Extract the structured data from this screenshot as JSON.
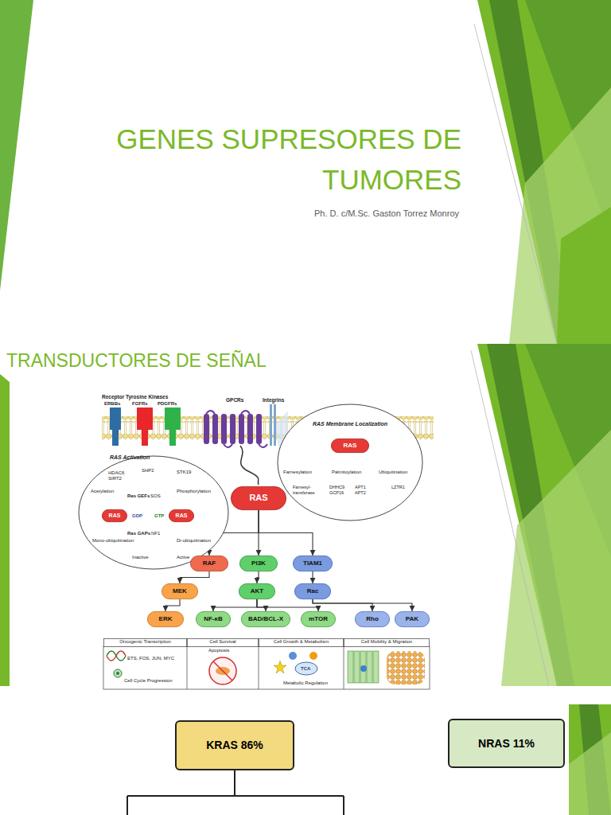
{
  "diagram": {
    "title": "GENES SUPRESORES DE TUMORES",
    "nodes": [
      {
        "text": [
          "RAS Membrane Localization"
        ]
      },
      {
        "text": [
          "RAS"
        ],
        "in": 0
      },
      {
        "text": [
          "RAS Activation"
        ]
      },
      {
        "text": [
          "RAS"
        ],
        "in": 2
      },
      {
        "text": [
          "RAS"
        ],
        "in": 2
      },
      {
        "text": [
          "RAS"
        ]
      },
      {
        "text": [
          "RAF"
        ]
      },
      {
        "text": [
          "PI3K"
        ]
      },
      {
        "text": [
          "TIAM1"
        ]
      },
      {
        "text": [
          "MEK"
        ]
      },
      {
        "text": [
          "AKT"
        ]
      },
      {
        "text": [
          "Rac"
        ]
      },
      {
        "text": [
          "ERK"
        ]
      },
      {
        "text": [
          "NF-κB"
        ]
      },
      {
        "text": [
          "BAD/BCL-X"
        ]
      },
      {
        "text": [
          "mTOR"
        ]
      },
      {
        "text": [
          "Rho"
        ]
      },
      {
        "text": [
          "PAK"
        ]
      },
      {
        "text": [
          "Oncogenic Transcription"
        ]
      },
      {
        "text": [
          "Cell Survival"
        ]
      },
      {
        "text": [
          "Cell Growth & Metabolism"
        ]
      },
      {
        "text": [
          "Cell Mobility & Migration"
        ]
      },
      {
        "text": [
          "KRAS 86%"
        ]
      },
      {
        "text": [
          "NRAS 11%"
        ]
      }
    ],
    "edges": [
      {
        "from": 5,
        "to": 6,
        "arrow": "to"
      },
      {
        "from": 5,
        "to": 7,
        "arrow": "to"
      },
      {
        "from": 5,
        "to": 8,
        "arrow": "to"
      },
      {
        "from": 6,
        "to": 9,
        "arrow": "to"
      },
      {
        "from": 7,
        "to": 10,
        "arrow": "to"
      },
      {
        "from": 8,
        "to": 11,
        "arrow": "to"
      },
      {
        "from": 9,
        "to": 12,
        "arrow": "to"
      },
      {
        "from": 10,
        "to": 13,
        "arrow": "to"
      },
      {
        "from": 10,
        "to": 14,
        "arrow": "to"
      },
      {
        "from": 10,
        "to": 15,
        "arrow": "to"
      },
      {
        "from": 11,
        "to": 16,
        "arrow": "to"
      },
      {
        "from": 11,
        "to": 17,
        "arrow": "to"
      },
      {
        "from": 3,
        "to": 4,
        "arrow": "to"
      },
      {
        "from": 4,
        "to": 3,
        "arrow": "to"
      }
    ],
    "labels": [
      "Ph. D. c/M.Sc. Gaston Torrez Monroy",
      "TRANSDUCTORES DE SEÑAL",
      "Receptor Tyrosine Kinases",
      "ERBBs",
      "FGFRs",
      "PDGFRs",
      "GPCRs",
      "Integrins",
      "Farnesylation",
      "Palmitoylation",
      "Ubiquitination",
      "Farnesyl-transferase",
      "DHHC9 GCP16",
      "APT1 APT2",
      "LZTR1",
      "HDAC6 SIRT2",
      "SHP2",
      "STK19",
      "Acetylation",
      "Phosphorylation",
      "Ras GEFs",
      "SOS",
      "GTP",
      "GDP",
      "Ras GAPs",
      "NF1",
      "Mono-ubiquitination",
      "Di-ubiquitination",
      "Inactive",
      "Active",
      "ETS, FOS, JUN, MYC",
      "Cell Cycle Progression",
      "Apoptosis",
      "TCA",
      "Metabolic Regulation"
    ]
  }
}
